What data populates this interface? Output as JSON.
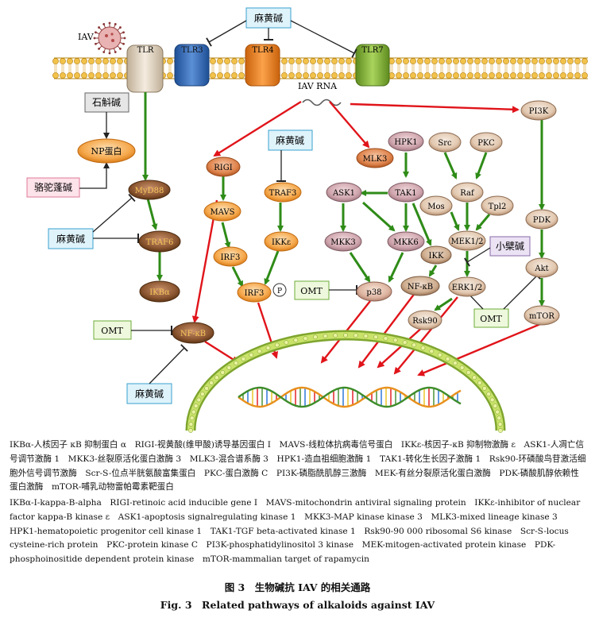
{
  "membrane": {
    "receptors": [
      "TLR",
      "TLR3",
      "TLR4",
      "TLR7"
    ],
    "virus_label": "IAV",
    "rna_label": "IAV RNA"
  },
  "drug_labels": {
    "ephedrine": "麻黄碱",
    "dendrobine": "石斛碱",
    "peganine": "骆驼蓬碱",
    "berberine": "小檗碱",
    "omt": "OMT"
  },
  "nodes": {
    "np": "NP蛋白",
    "myd88": "MyD88",
    "traf6": "TRAF6",
    "ikba": "IKBα",
    "nfkb": "NF-κB",
    "rigi": "RIGI",
    "mavs": "MAVS",
    "irf3a": "IRF3",
    "irf3b": "IRF3",
    "p_label": "P",
    "traf3": "TRAF3",
    "ikke": "IKKε",
    "hpk1": "HPK1",
    "mlk3": "MLK3",
    "ask1": "ASK1",
    "tak1": "TAK1",
    "mkk3": "MKK3",
    "mkk6": "MKK6",
    "ikk": "IKK",
    "nfkb2": "NF-κB",
    "p38": "p38",
    "src": "Src",
    "pkc": "PKC",
    "raf": "Raf",
    "mos": "Mos",
    "tpl2": "Tpl2",
    "mek": "MEK1/2",
    "erk": "ERK1/2",
    "rsk90": "Rsk90",
    "pi3k": "PI3K",
    "pdk": "PDK",
    "akt": "Akt",
    "mtor": "mTOR"
  },
  "legend": {
    "cn": "IKBα-人核因子 κB 抑制蛋白 α　RIGI-视黄酸(维甲酸)诱导基因蛋白 I　MAVS-线粒体抗病毒信号蛋白　IKKε-核因子-κB 抑制物激酶 ε　ASK1-人凋亡信号调节激酶 1　MKK3-丝裂原活化蛋白激酶 3　MLK3-混合谱系酶 3　HPK1-造血祖细胞激酶 1　TAK1-转化生长因子激酶 1　Rsk90-环磷酸鸟苷激活细胞外信号调节激酶　Scr-S-位点半胱氨酸富集蛋白　PKC-蛋白激酶 C　PI3K-磷脂酰肌醇三激酶　MEK-有丝分裂原活化蛋白激酶　PDK-磷酸肌醇依赖性蛋白激酶　mTOR-哺乳动物雷帕霉素靶蛋白",
    "en": "IKBα-I-kappa-B-alpha　RIGI-retinoic acid inducible gene I　MAVS-mitochondrin antiviral signaling protein　IKKε-inhibitor of nuclear factor kappa-B kinase ε　ASK1-apoptosis signalregulating kinase 1　MKK3-MAP kinase kinase 3　MLK3-mixed lineage kinase 3　HPK1-hematopoietic progenitor cell kinase 1　TAK1-TGF beta-activated kinase 1　Rsk90-90 000 ribosomal S6 kinase　Scr-S-locus cysteine-rich protein　PKC-protein kinase C　PI3K-phosphatidylinositol 3 kinase　MEK-mitogen-activated protein kinase　PDK-phosphoinositide dependent protein kinase　mTOR-mammalian target of rapamycin"
  },
  "caption": {
    "cn": "图 3　生物碱抗 IAV 的相关通路",
    "en": "Fig. 3　Related pathways of alkaloids against IAV"
  }
}
